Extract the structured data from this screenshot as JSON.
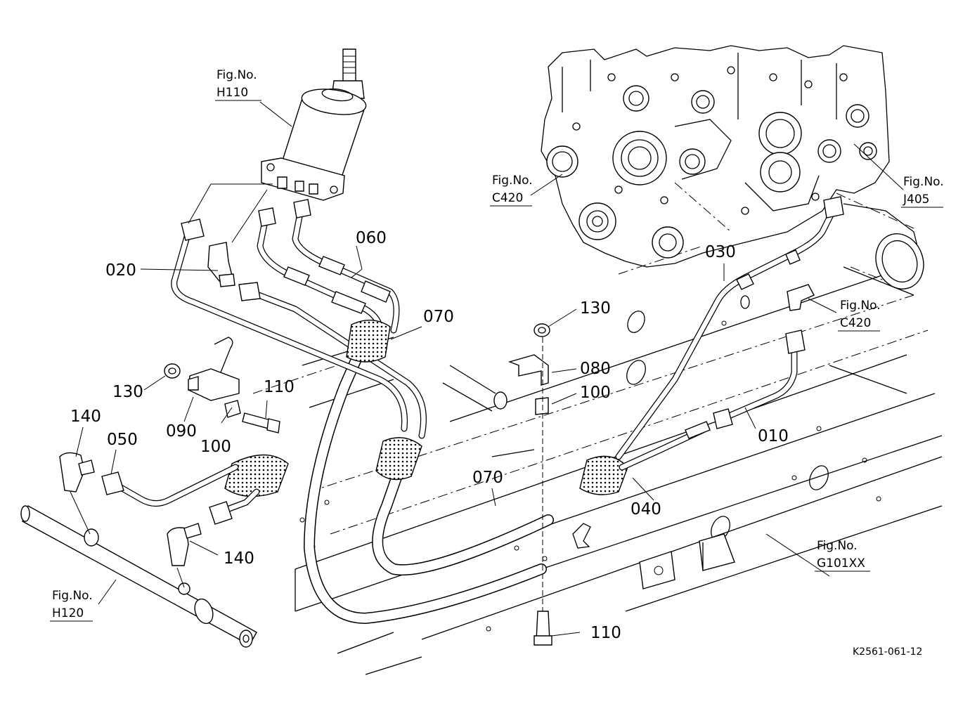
{
  "diagram": {
    "ref_code": "K2561-061-12",
    "fig_refs": [
      {
        "id": "h110",
        "prefix": "Fig.No.",
        "code": "H110"
      },
      {
        "id": "c420a",
        "prefix": "Fig.No.",
        "code": "C420"
      },
      {
        "id": "j405",
        "prefix": "Fig.No.",
        "code": "J405"
      },
      {
        "id": "c420b",
        "prefix": "Fig.No.",
        "code": "C420"
      },
      {
        "id": "g101xx",
        "prefix": "Fig.No.",
        "code": "G101XX"
      },
      {
        "id": "h120",
        "prefix": "Fig.No.",
        "code": "H120"
      }
    ],
    "parts": {
      "p010": "010",
      "p020": "020",
      "p030": "030",
      "p040": "040",
      "p050": "050",
      "p060": "060",
      "p070a": "070",
      "p070b": "070",
      "p080": "080",
      "p090": "090",
      "p100a": "100",
      "p100b": "100",
      "p110a": "110",
      "p110b": "110",
      "p130a": "130",
      "p130b": "130",
      "p140a": "140",
      "p140b": "140"
    }
  }
}
